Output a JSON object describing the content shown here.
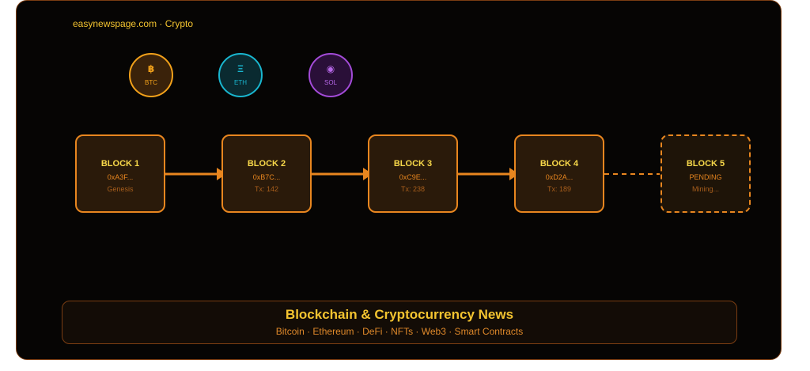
{
  "site_label": "easynewspage.com · Crypto",
  "coins": [
    {
      "symbol": "฿",
      "ticker": "BTC",
      "icon": "bitcoin-icon",
      "color": "#f2a11a"
    },
    {
      "symbol": "Ξ",
      "ticker": "ETH",
      "icon": "ethereum-icon",
      "color": "#19b6cf"
    },
    {
      "symbol": "◉",
      "ticker": "SOL",
      "icon": "solana-icon",
      "color": "#a34bd8"
    }
  ],
  "blocks": [
    {
      "title": "BLOCK 1",
      "hash": "0xA3F...",
      "detail": "Genesis"
    },
    {
      "title": "BLOCK 2",
      "hash": "0xB7C...",
      "detail": "Tx: 142"
    },
    {
      "title": "BLOCK 3",
      "hash": "0xC9E...",
      "detail": "Tx: 238"
    },
    {
      "title": "BLOCK 4",
      "hash": "0xD2A...",
      "detail": "Tx: 189"
    },
    {
      "title": "BLOCK 5",
      "hash": "PENDING",
      "detail": "Mining..."
    }
  ],
  "banner": {
    "headline": "Blockchain & Cryptocurrency News",
    "topics": "Bitcoin · Ethereum · DeFi · NFTs · Web3 · Smart Contracts"
  },
  "colors": {
    "accent": "#e8861f",
    "title": "#f8d84a",
    "background": "#060504"
  }
}
